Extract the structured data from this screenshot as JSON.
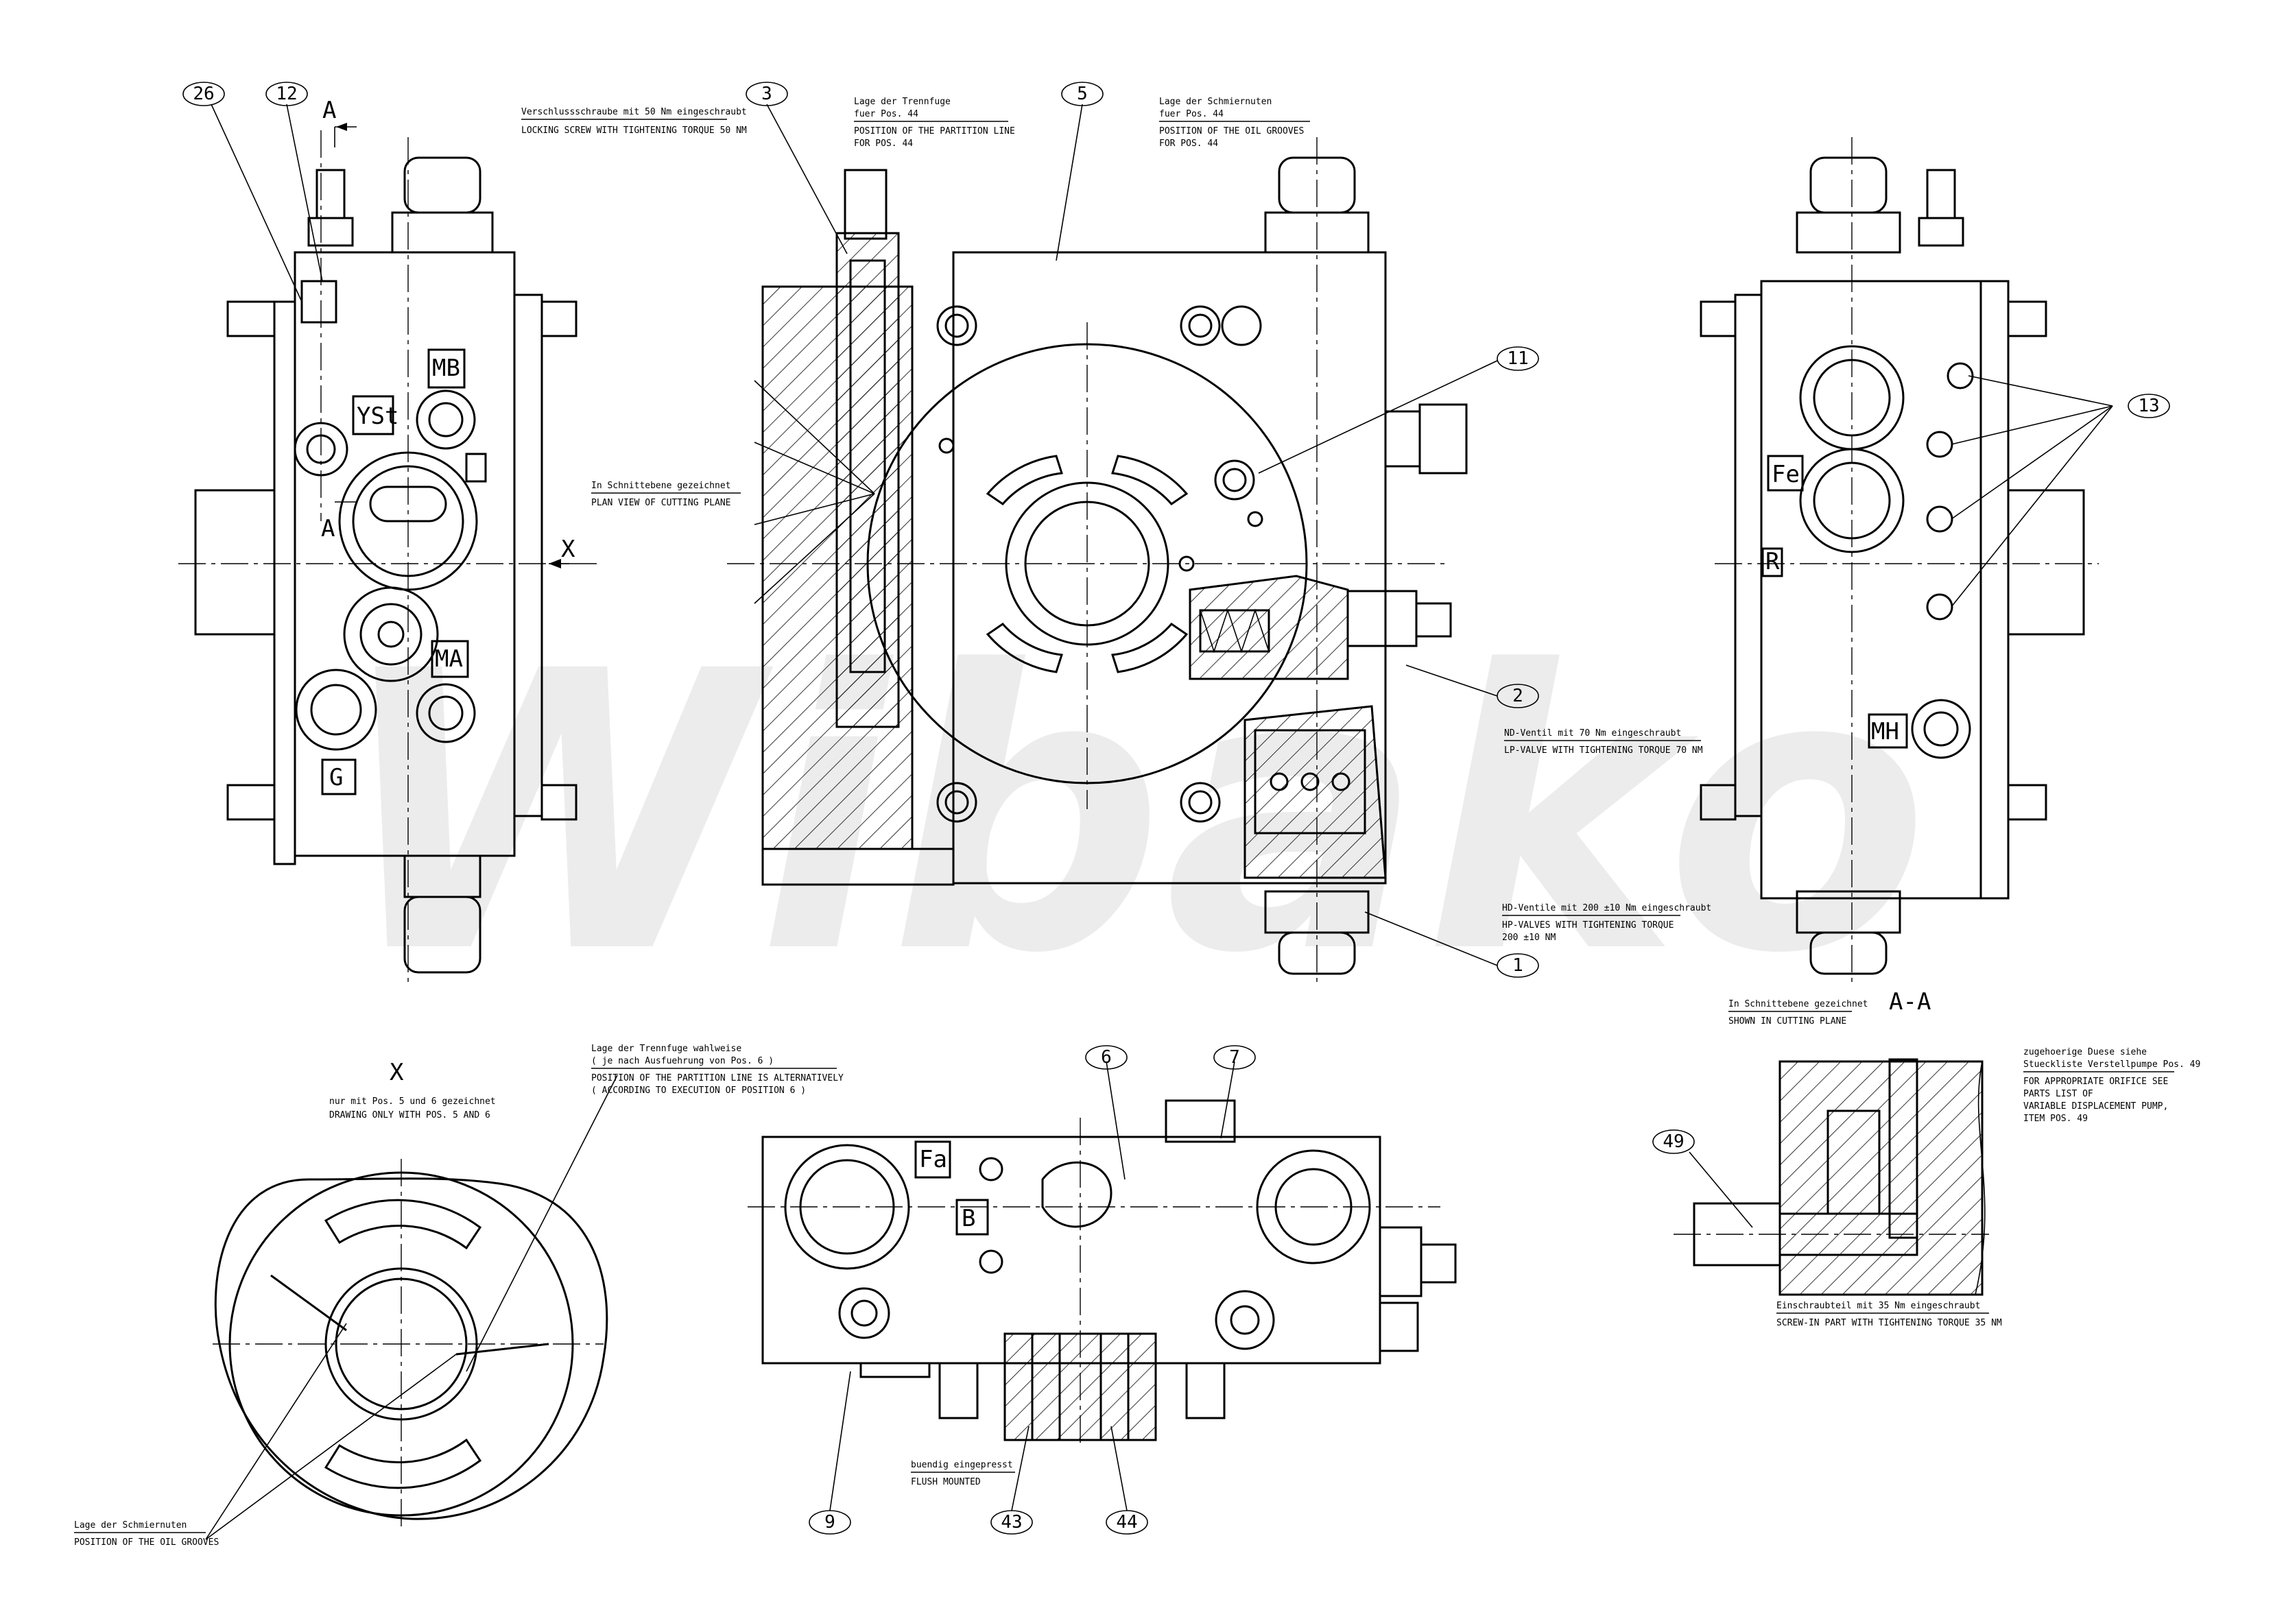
{
  "watermark": "Wibako",
  "balloons": [
    {
      "id": "26"
    },
    {
      "id": "12"
    },
    {
      "id": "3"
    },
    {
      "id": "5"
    },
    {
      "id": "11"
    },
    {
      "id": "13"
    },
    {
      "id": "2"
    },
    {
      "id": "1"
    },
    {
      "id": "6"
    },
    {
      "id": "7"
    },
    {
      "id": "49"
    },
    {
      "id": "9"
    },
    {
      "id": "43"
    },
    {
      "id": "44"
    }
  ],
  "port_labels": {
    "mb": "MB",
    "yst": "YSt",
    "ma": "MA",
    "g": "G",
    "fe": "Fe",
    "mh": "MH",
    "fa": "Fa",
    "b": "B",
    "r": "R"
  },
  "section_markers": {
    "a_top": "A",
    "a_mid": "A",
    "x_arrow": "X",
    "x_view_title": "X",
    "aa_view_title": "A-A"
  },
  "notes": {
    "locking_screw_de": "Verschlussschraube mit 50 Nm eingeschraubt",
    "locking_screw_en": "LOCKING SCREW WITH TIGHTENING TORQUE 50 NM",
    "partition_line_de_1": "Lage der Trennfuge",
    "partition_line_de_2": "fuer Pos. 44",
    "partition_line_en_1": "POSITION OF THE PARTITION LINE",
    "partition_line_en_2": "FOR POS. 44",
    "oil_grooves_de_1": "Lage der Schmiernuten",
    "oil_grooves_de_2": "fuer Pos. 44",
    "oil_grooves_en_1": "POSITION OF THE OIL GROOVES",
    "oil_grooves_en_2": "FOR POS. 44",
    "cutting_plane_de": "In Schnittebene gezeichnet",
    "cutting_plane_en": "PLAN VIEW OF CUTTING PLANE",
    "nd_valve_de": "ND-Ventil mit 70 Nm eingeschraubt",
    "lp_valve_en": "LP-VALVE WITH TIGHTENING TORQUE 70 NM",
    "hd_valve_de": "HD-Ventile mit 200 ±10 Nm eingeschraubt",
    "hp_valve_en_1": "HP-VALVES WITH TIGHTENING TORQUE",
    "hp_valve_en_2": "200 ±10 NM",
    "x_drawing_de": "nur mit Pos. 5 und 6 gezeichnet",
    "x_drawing_en": "DRAWING ONLY WITH POS. 5 AND 6",
    "alt_partition_de_1": "Lage der Trennfuge wahlweise",
    "alt_partition_de_2": "( je nach Ausfuehrung von Pos. 6 )",
    "alt_partition_en_1": "POSITION OF THE PARTITION LINE IS ALTERNATIVELY",
    "alt_partition_en_2": "( ACCORDING TO EXECUTION OF POSITION 6 )",
    "oil_grooves2_de": "Lage der Schmiernuten",
    "oil_grooves2_en": "POSITION OF THE OIL GROOVES",
    "flush_de": "buendig eingepresst",
    "flush_en": "FLUSH MOUNTED",
    "aa_cutting_de": "In Schnittebene gezeichnet",
    "aa_cutting_en": "SHOWN IN CUTTING PLANE",
    "orifice_de_1": "zugehoerige Duese siehe",
    "orifice_de_2": "Stueckliste Verstellpumpe Pos. 49",
    "orifice_en_1": "FOR APPROPRIATE ORIFICE SEE",
    "orifice_en_2": "PARTS LIST OF",
    "orifice_en_3": "VARIABLE DISPLACEMENT PUMP,",
    "orifice_en_4": "ITEM POS. 49",
    "screw_in_de": "Einschraubteil mit 35 Nm eingeschraubt",
    "screw_in_en": "SCREW-IN PART WITH TIGHTENING TORQUE 35 NM"
  }
}
